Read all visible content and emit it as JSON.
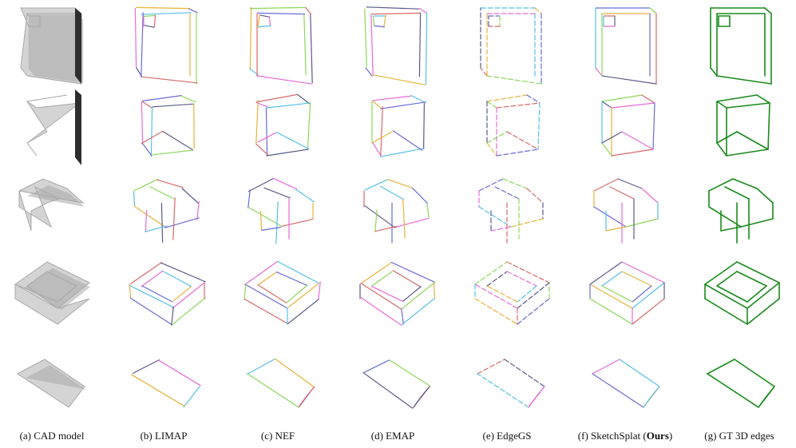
{
  "figure": {
    "captions": [
      {
        "pre": "(a) CAD model",
        "bold": "",
        "post": ""
      },
      {
        "pre": "(b) LIMAP",
        "bold": "",
        "post": ""
      },
      {
        "pre": "(c) NEF",
        "bold": "",
        "post": ""
      },
      {
        "pre": "(d) EMAP",
        "bold": "",
        "post": ""
      },
      {
        "pre": "(e) EdgeGS",
        "bold": "",
        "post": ""
      },
      {
        "pre": "(f) SketchSplat (",
        "bold": "Ours",
        "post": ")"
      },
      {
        "pre": "(g) GT 3D edges",
        "bold": "",
        "post": ""
      }
    ],
    "columns": [
      "cad-model",
      "limap",
      "nef",
      "emap",
      "edgegs",
      "sketchsplat",
      "gt-3d-edges"
    ],
    "rows": [
      "panel-with-window",
      "box",
      "bracket",
      "tray",
      "sheet"
    ],
    "colors": {
      "gt_edge": "#1a8a1a",
      "cad_light": "#d4d4d4",
      "cad_mid": "#a8a8a8",
      "cad_dark": "#2e2e2e",
      "edge_palette": [
        "#e86ad8",
        "#55c0e8",
        "#e8b23a",
        "#6a6ad8",
        "#8ad85a",
        "#d86a6a",
        "#5a5a8a"
      ]
    }
  }
}
